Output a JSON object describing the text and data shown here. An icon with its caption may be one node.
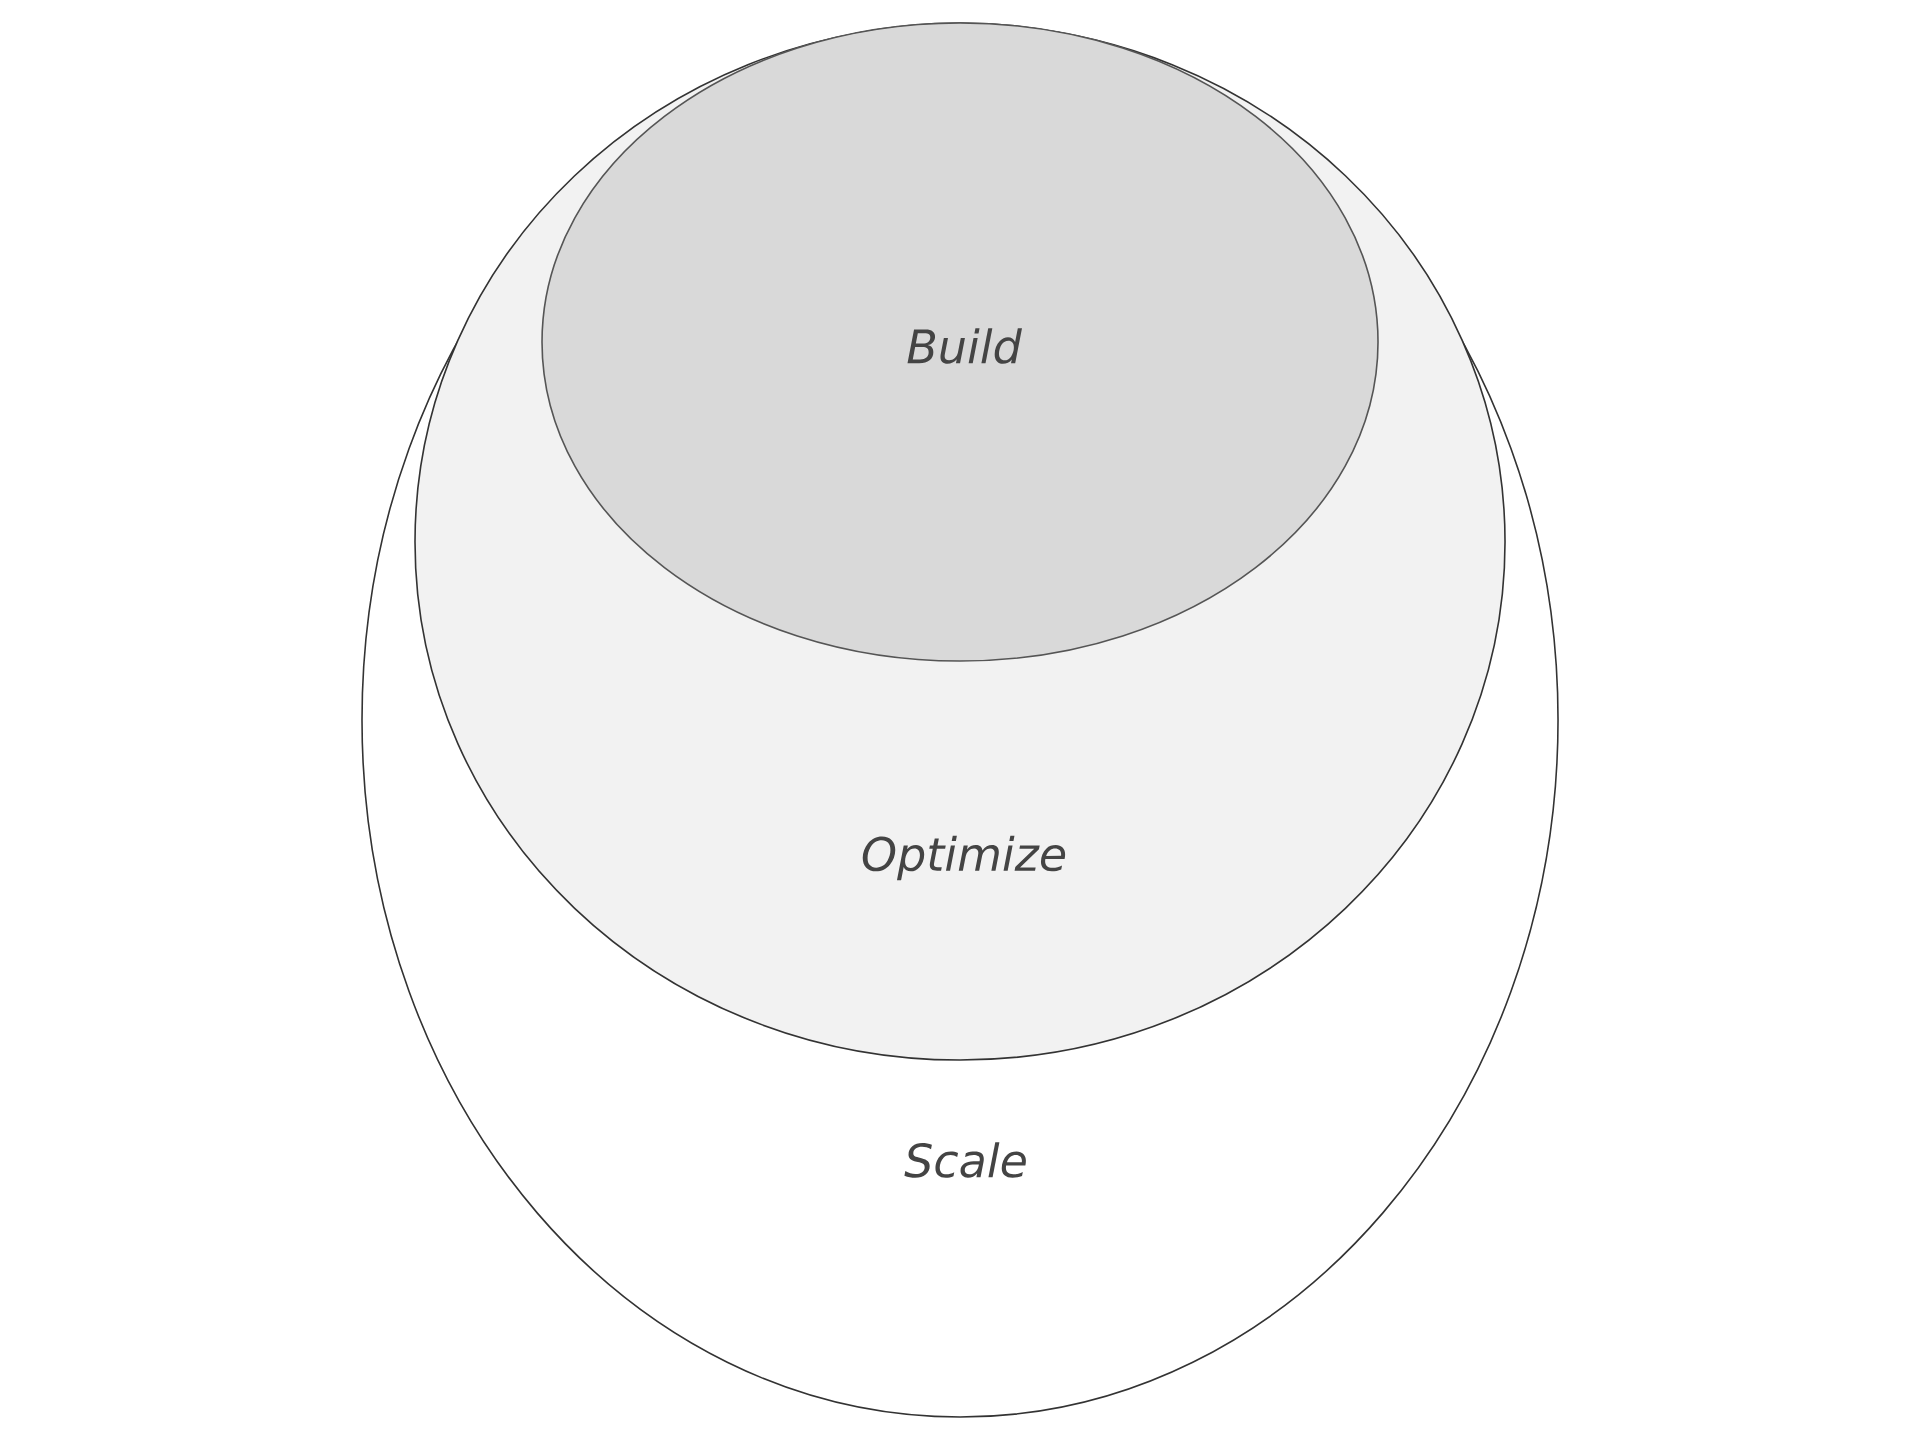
{
  "diagram": {
    "nodes": [
      {
        "text": [
          "Scale"
        ]
      },
      {
        "text": [
          "Optimize"
        ],
        "in": 0
      },
      {
        "text": [
          "Build"
        ],
        "in": 1
      }
    ]
  }
}
